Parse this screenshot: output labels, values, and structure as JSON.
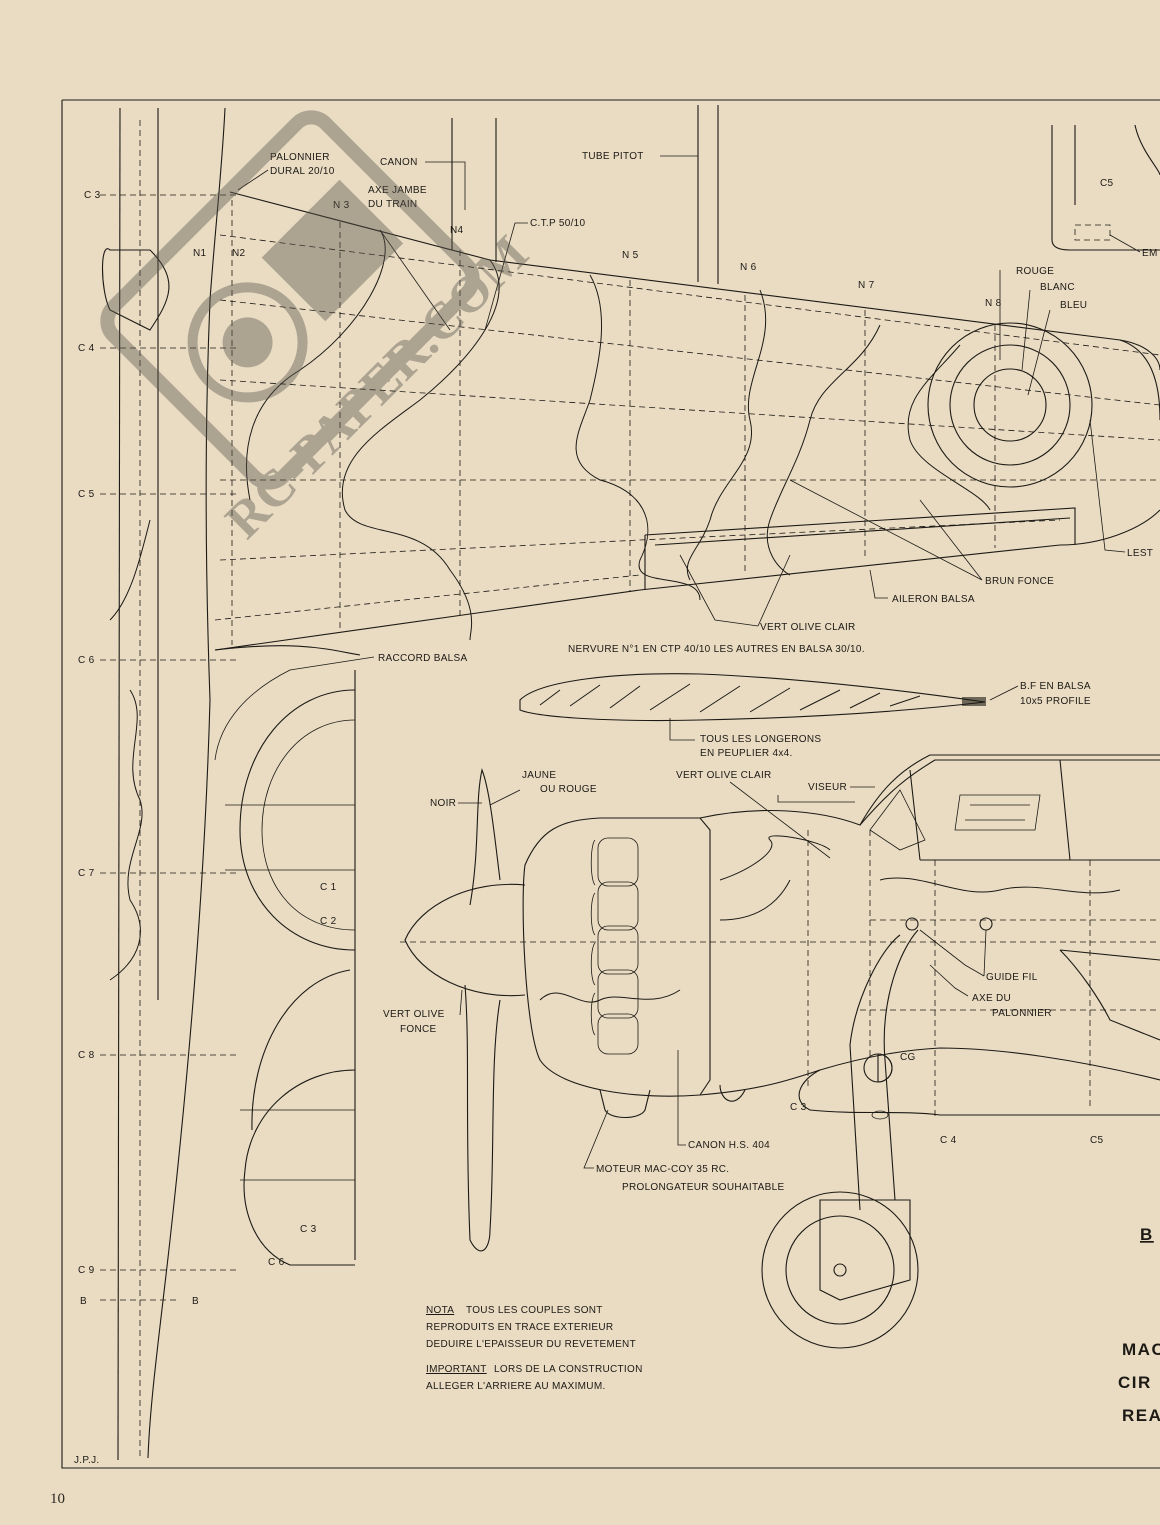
{
  "labels": {
    "palonnier": "PALONNIER",
    "dural": "DURAL 20/10",
    "canon": "CANON",
    "axe_jambe": "AXE JAMBE",
    "du_train": "DU TRAIN",
    "tube_pitot": "TUBE PITOT",
    "ctp": "C.T.P 50/10",
    "c3": "C 3",
    "c4": "C 4",
    "c5": "C 5",
    "c6": "C 6",
    "c7": "C 7",
    "c8": "C 8",
    "c9": "C 9",
    "b": "B",
    "n1": "N1",
    "n2": "N2",
    "n3": "N 3",
    "n4": "N4",
    "n5": "N 5",
    "n6": "N 6",
    "n7": "N 7",
    "n8": "N 8",
    "c5_top": "C5",
    "em": "EM",
    "rouge": "ROUGE",
    "blanc": "BLANC",
    "bleu": "BLEU",
    "lest": "LEST",
    "brun_fonce": "BRUN FONCE",
    "aileron": "AILERON BALSA",
    "vert_olive_clair": "VERT OLIVE CLAIR",
    "nervure": "NERVURE N°1 EN CTP 40/10 LES AUTRES EN BALSA 30/10.",
    "raccord": "RACCORD BALSA",
    "bf_1": "B.F EN BALSA",
    "bf_2": "10x5 PROFILE",
    "longerons_1": "TOUS LES LONGERONS",
    "longerons_2": "EN PEUPLIER 4x4.",
    "jaune": "JAUNE",
    "ou_rouge": "OU ROUGE",
    "vert_olive_clair_2": "VERT OLIVE CLAIR",
    "viseur": "VISEUR",
    "noir": "NOIR",
    "c1": "C 1",
    "c2": "C 2",
    "c3_mid": "C 3",
    "c6_mid": "C 6",
    "guide_fil": "GUIDE FIL",
    "axe_du": "AXE DU",
    "palonnier_2": "PALONNIER",
    "vert_olive_fonce_1": "VERT OLIVE",
    "vert_olive_fonce_2": "FONCE",
    "cg": "CG",
    "c3_fus": "C 3",
    "c4_fus": "C 4",
    "c5_fus": "C5",
    "canon_hs": "CANON H.S. 404",
    "moteur_1": "MOTEUR MAC-COY 35 RC.",
    "moteur_2": "PROLONGATEUR SOUHAITABLE",
    "nota_1": "NOTA",
    "nota_1b": "TOUS LES COUPLES SONT",
    "nota_2": "REPRODUITS EN TRACE EXTERIEUR",
    "nota_3": "DEDUIRE L'EPAISSEUR DU REVETEMENT",
    "important_1": "IMPORTANT",
    "important_1b": "LORS DE LA CONSTRUCTION",
    "important_2": "ALLEGER L'ARRIERE AU MAXIMUM.",
    "title_b": "B",
    "mac": "MAC",
    "cir": "CIR",
    "rea": "REA",
    "initials": "J.P.J.",
    "page_number": "10",
    "watermark": "RC-PAPER.COM"
  },
  "colors": {
    "paper": "#e9dcc3",
    "ink": "#1d1a15"
  }
}
